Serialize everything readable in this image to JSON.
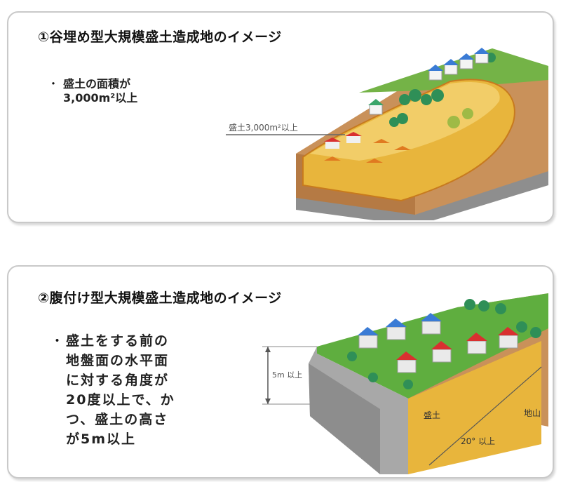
{
  "panel1": {
    "title": "①谷埋め型大規模盛土造成地のイメージ",
    "bullet": "・",
    "text": "盛土の面積が\n3,000m²以上",
    "callout": "盛土3,000m²以上"
  },
  "panel2": {
    "title": "②腹付け型大規模盛土造成地のイメージ",
    "bullet": "・",
    "text": "盛土をする前の\n地盤面の水平面\nに対する角度が\n20度以上で、か\nつ、盛土の高さ\nが5m以上",
    "height_label": "5m 以上",
    "fill_label": "盛土",
    "ground_label": "地山",
    "angle_label": "20° 以上"
  },
  "colors": {
    "card_border": "#c9c9c9",
    "fill": "#e8b53c",
    "ground": "#c9915a",
    "grass": "#5fae3f",
    "wall": "#a8a8a8",
    "roof_blue": "#3a7bd5",
    "roof_red": "#d93030"
  }
}
